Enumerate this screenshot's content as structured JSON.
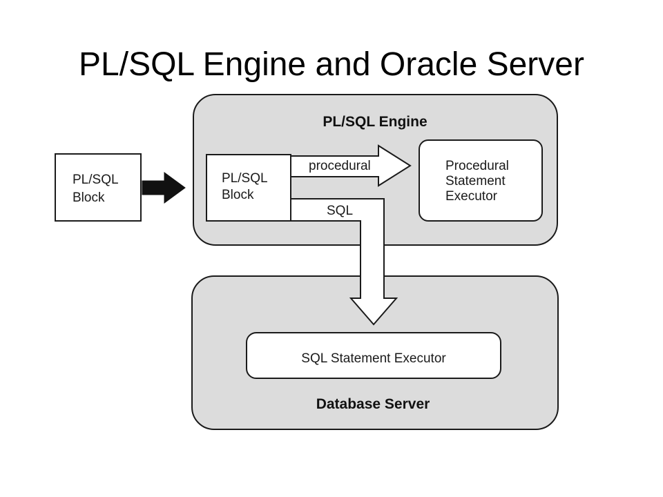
{
  "title": "PL/SQL Engine and Oracle Server",
  "diagram": {
    "outer_block": {
      "line1": "PL/SQL",
      "line2": "Block"
    },
    "engine": {
      "label": "PL/SQL Engine",
      "inner_block": {
        "line1": "PL/SQL",
        "line2": "Block"
      },
      "procedural_arrow_label": "procedural",
      "sql_arrow_label": "SQL",
      "executor": {
        "line1": "Procedural",
        "line2": "Statement",
        "line3": "Executor"
      }
    },
    "database_server": {
      "label": "Database Server",
      "executor": "SQL Statement Executor"
    }
  },
  "colors": {
    "panel_fill": "#dcdcdc",
    "box_fill": "#ffffff",
    "stroke": "#1a1a1a"
  }
}
